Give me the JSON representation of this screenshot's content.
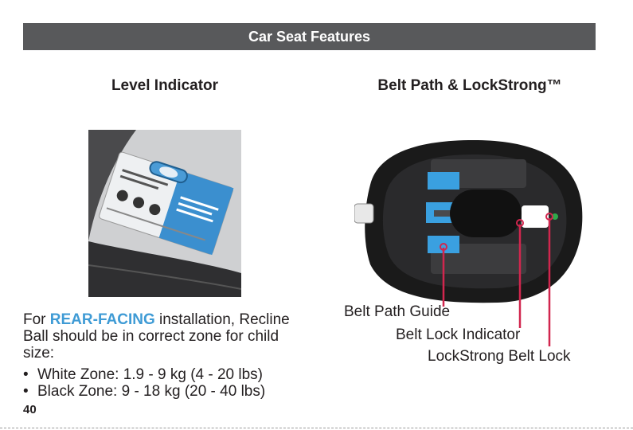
{
  "header": {
    "title": "Car Seat Features"
  },
  "left": {
    "title": "Level Indicator",
    "intro_prefix": "For ",
    "intro_highlight": "REAR-FACING",
    "intro_suffix": " installation, Recline Ball should be in correct zone for child size:",
    "zones": [
      "White Zone: 1.9 - 9 kg (4 - 20 lbs)",
      "Black Zone: 9 - 18 kg (20 - 40 lbs)"
    ]
  },
  "right": {
    "title": "Belt Path & LockStrong™",
    "callouts": [
      "Belt Path Guide",
      "Belt Lock Indicator",
      "LockStrong Belt Lock"
    ]
  },
  "footer": {
    "page_number": "40"
  },
  "colors": {
    "header_bg": "#58595b",
    "accent_blue": "#3f9bd5",
    "callout_red": "#d1264e"
  }
}
